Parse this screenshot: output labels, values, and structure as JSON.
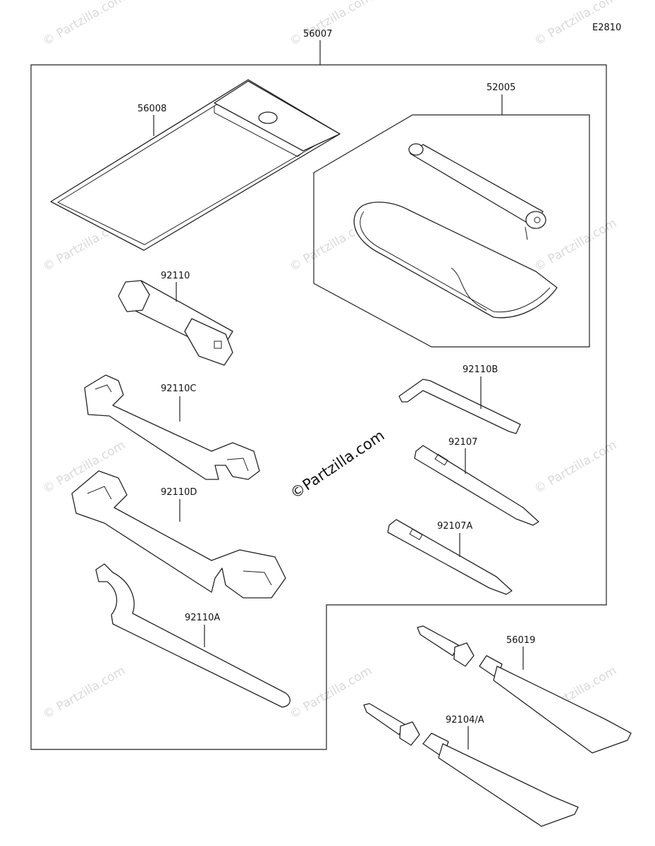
{
  "diagram_code": "E2810",
  "watermark": {
    "main_text": "©Partzilla.com",
    "faint_text": "© Partzilla.com"
  },
  "parts": {
    "tool_kit": "56007",
    "tool_bag": "56008",
    "tire_repair_kit": "52005",
    "spark_plug_wrench": "92110",
    "open_wrench_small": "92110C",
    "open_wrench_large": "92110D",
    "hook_wrench": "92110A",
    "hex_key": "92110B",
    "screwdriver": "92107",
    "screwdriver_a": "92107A",
    "grease_tube_1": "56019",
    "grease_tube_2": "92104/A"
  }
}
